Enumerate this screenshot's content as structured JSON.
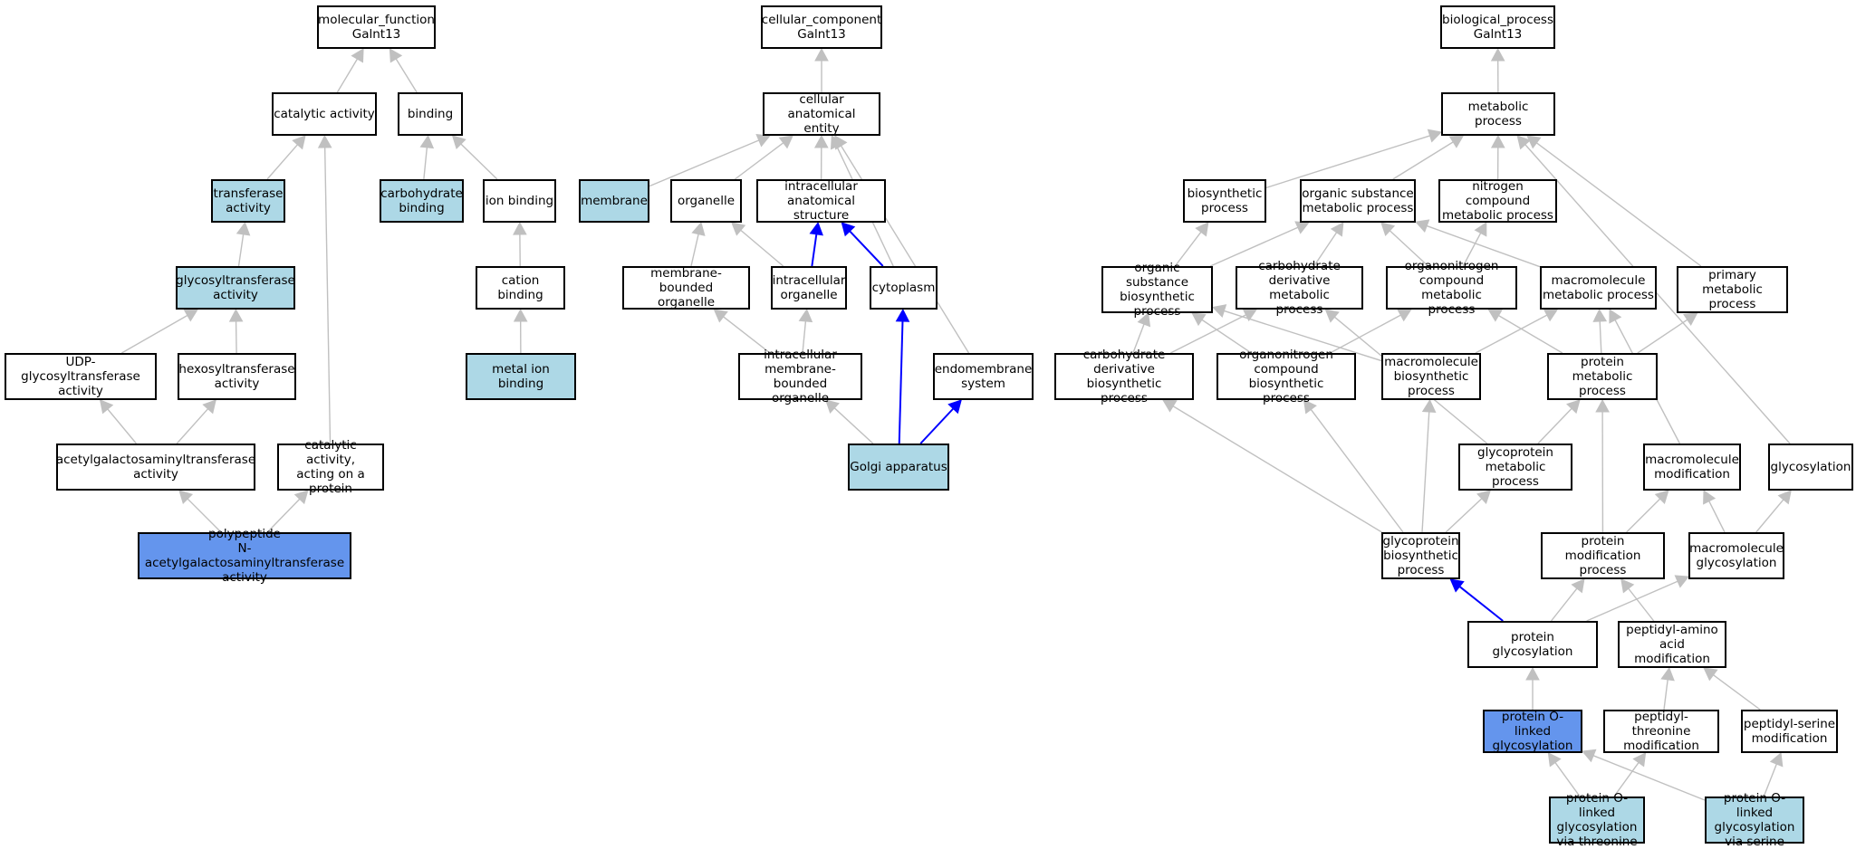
{
  "colors": {
    "edge": "#c0c0c0",
    "edge_highlight": "#0000ff",
    "node_light": "#add8e6",
    "node_dark": "#6495ed",
    "node_border": "#000000"
  },
  "nodes": {
    "mf": "molecular_function\nGalnt13",
    "catalytic": "catalytic activity",
    "binding": "binding",
    "transferase": "transferase\nactivity",
    "carbbinding": "carbohydrate\nbinding",
    "ionbinding": "ion binding",
    "glycotrans": "glycosyltransferase\nactivity",
    "cation": "cation binding",
    "udp": "UDP-glycosyltransferase\nactivity",
    "hexosyl": "hexosyltransferase\nactivity",
    "metalion": "metal ion binding",
    "acetylgal": "acetylgalactosaminyltransferase\nactivity",
    "catprotein": "catalytic activity,\nacting on a\nprotein",
    "polypeptide": "polypeptide\nN-acetylgalactosaminyltransferase\nactivity",
    "cc": "cellular_component\nGalnt13",
    "cae": "cellular anatomical\nentity",
    "membrane": "membrane",
    "organelle": "organelle",
    "ias": "intracellular\nanatomical structure",
    "mbo": "membrane-bounded\norganelle",
    "io": "intracellular\norganelle",
    "cytoplasm": "cytoplasm",
    "imbo": "intracellular\nmembrane-bounded\norganelle",
    "endomem": "endomembrane\nsystem",
    "golgi": "Golgi apparatus",
    "bp": "biological_process\nGalnt13",
    "metabolic": "metabolic process",
    "biosynthetic": "biosynthetic\nprocess",
    "osmp": "organic substance\nmetabolic process",
    "ncmp": "nitrogen compound\nmetabolic process",
    "osbp": "organic substance\nbiosynthetic\nprocess",
    "cdmp": "carbohydrate\nderivative metabolic\nprocess",
    "oncmp": "organonitrogen\ncompound metabolic\nprocess",
    "mmp": "macromolecule\nmetabolic process",
    "pmp": "primary metabolic\nprocess",
    "cdbp": "carbohydrate\nderivative biosynthetic\nprocess",
    "oncbp": "organonitrogen\ncompound biosynthetic\nprocess",
    "mbp": "macromolecule\nbiosynthetic\nprocess",
    "protmp": "protein metabolic\nprocess",
    "gpmp": "glycoprotein\nmetabolic process",
    "macromod": "macromolecule\nmodification",
    "glycosylation": "glycosylation",
    "gpbp": "glycoprotein\nbiosynthetic\nprocess",
    "pmodp": "protein modification\nprocess",
    "macroglyc": "macromolecule\nglycosylation",
    "protglyc": "protein glycosylation",
    "pam": "peptidyl-amino\nacid modification",
    "polink": "protein O-linked\nglycosylation",
    "ptm": "peptidyl-threonine\nmodification",
    "psm": "peptidyl-serine\nmodification",
    "polthr": "protein O-linked\nglycosylation\nvia threonine",
    "polser": "protein O-linked\nglycosylation\nvia serine"
  },
  "highlight": {
    "transferase": "light",
    "carbbinding": "light",
    "glycotrans": "light",
    "metalion": "light",
    "membrane": "light",
    "golgi": "light",
    "polthr": "light",
    "polser": "light",
    "polypeptide": "dark",
    "polink": "dark"
  },
  "edges": [
    [
      "catalytic",
      "mf",
      false
    ],
    [
      "binding",
      "mf",
      false
    ],
    [
      "transferase",
      "catalytic",
      false
    ],
    [
      "carbbinding",
      "binding",
      false
    ],
    [
      "ionbinding",
      "binding",
      false
    ],
    [
      "glycotrans",
      "transferase",
      false
    ],
    [
      "cation",
      "ionbinding",
      false
    ],
    [
      "udp",
      "glycotrans",
      false
    ],
    [
      "hexosyl",
      "glycotrans",
      false
    ],
    [
      "metalion",
      "cation",
      false
    ],
    [
      "acetylgal",
      "udp",
      false
    ],
    [
      "acetylgal",
      "hexosyl",
      false
    ],
    [
      "catprotein",
      "catalytic",
      false
    ],
    [
      "polypeptide",
      "acetylgal",
      false
    ],
    [
      "polypeptide",
      "catprotein",
      false
    ],
    [
      "cae",
      "cc",
      false
    ],
    [
      "membrane",
      "cae",
      false
    ],
    [
      "organelle",
      "cae",
      false
    ],
    [
      "ias",
      "cae",
      false
    ],
    [
      "mbo",
      "organelle",
      false
    ],
    [
      "io",
      "organelle",
      false
    ],
    [
      "io",
      "ias",
      true
    ],
    [
      "cytoplasm",
      "ias",
      true
    ],
    [
      "cytoplasm",
      "cae",
      false
    ],
    [
      "imbo",
      "mbo",
      false
    ],
    [
      "imbo",
      "io",
      false
    ],
    [
      "endomem",
      "cae",
      false
    ],
    [
      "golgi",
      "imbo",
      false
    ],
    [
      "golgi",
      "cytoplasm",
      true
    ],
    [
      "golgi",
      "endomem",
      true
    ],
    [
      "metabolic",
      "bp",
      false
    ],
    [
      "biosynthetic",
      "metabolic",
      false
    ],
    [
      "osmp",
      "metabolic",
      false
    ],
    [
      "ncmp",
      "metabolic",
      false
    ],
    [
      "pmp",
      "metabolic",
      false
    ],
    [
      "glycosylation",
      "metabolic",
      false
    ],
    [
      "osbp",
      "biosynthetic",
      false
    ],
    [
      "osbp",
      "osmp",
      false
    ],
    [
      "cdmp",
      "osmp",
      false
    ],
    [
      "oncmp",
      "osmp",
      false
    ],
    [
      "mmp",
      "osmp",
      false
    ],
    [
      "oncmp",
      "ncmp",
      false
    ],
    [
      "cdbp",
      "osbp",
      false
    ],
    [
      "cdbp",
      "cdmp",
      false
    ],
    [
      "oncbp",
      "osbp",
      false
    ],
    [
      "oncbp",
      "oncmp",
      false
    ],
    [
      "mbp",
      "osbp",
      false
    ],
    [
      "mbp",
      "mmp",
      false
    ],
    [
      "protmp",
      "oncmp",
      false
    ],
    [
      "protmp",
      "mmp",
      false
    ],
    [
      "protmp",
      "pmp",
      false
    ],
    [
      "gpmp",
      "cdmp",
      false
    ],
    [
      "gpmp",
      "protmp",
      false
    ],
    [
      "macromod",
      "mmp",
      false
    ],
    [
      "gpbp",
      "cdbp",
      false
    ],
    [
      "gpbp",
      "oncbp",
      false
    ],
    [
      "gpbp",
      "mbp",
      false
    ],
    [
      "gpbp",
      "gpmp",
      false
    ],
    [
      "pmodp",
      "protmp",
      false
    ],
    [
      "pmodp",
      "macromod",
      false
    ],
    [
      "macroglyc",
      "macromod",
      false
    ],
    [
      "macroglyc",
      "glycosylation",
      false
    ],
    [
      "protglyc",
      "gpbp",
      true
    ],
    [
      "protglyc",
      "pmodp",
      false
    ],
    [
      "protglyc",
      "macroglyc",
      false
    ],
    [
      "pam",
      "pmodp",
      false
    ],
    [
      "polink",
      "protglyc",
      false
    ],
    [
      "ptm",
      "pam",
      false
    ],
    [
      "psm",
      "pam",
      false
    ],
    [
      "polthr",
      "polink",
      false
    ],
    [
      "polthr",
      "ptm",
      false
    ],
    [
      "polser",
      "polink",
      false
    ],
    [
      "polser",
      "psm",
      false
    ]
  ]
}
